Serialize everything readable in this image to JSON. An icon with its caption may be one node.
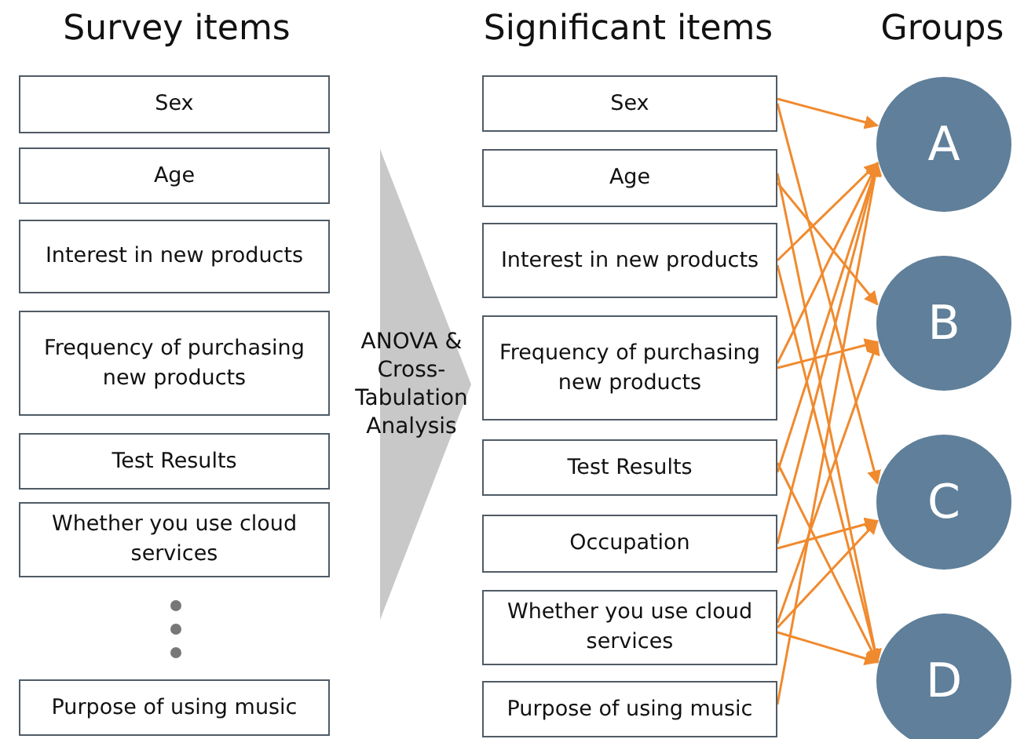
{
  "diagram": {
    "nodes": [
      {
        "text": [
          "Sex"
        ]
      },
      {
        "text": [
          "Age"
        ]
      },
      {
        "text": [
          "Interest in new products"
        ]
      },
      {
        "text": [
          "Frequency of purchasing new products"
        ]
      },
      {
        "text": [
          "Test Results"
        ]
      },
      {
        "text": [
          "Whether you use cloud services"
        ]
      },
      {
        "text": [
          "Purpose of using music"
        ]
      },
      {
        "text": [
          "ANOVA & Cross-Tabulation Analysis"
        ]
      },
      {
        "text": [
          "Sex"
        ]
      },
      {
        "text": [
          "Age"
        ]
      },
      {
        "text": [
          "Interest in new products"
        ]
      },
      {
        "text": [
          "Frequency of purchasing new products"
        ]
      },
      {
        "text": [
          "Test Results"
        ]
      },
      {
        "text": [
          "Occupation"
        ]
      },
      {
        "text": [
          "Whether you use cloud services"
        ]
      },
      {
        "text": [
          "Purpose of using music"
        ]
      },
      {
        "text": [
          "A"
        ]
      },
      {
        "text": [
          "B"
        ]
      },
      {
        "text": [
          "C"
        ]
      },
      {
        "text": [
          "D"
        ]
      }
    ],
    "edges": [
      {
        "from": 8,
        "to": 16,
        "arrow": "to"
      },
      {
        "from": 8,
        "to": 18,
        "arrow": "to"
      },
      {
        "from": 9,
        "to": 17,
        "arrow": "to"
      },
      {
        "from": 9,
        "to": 19,
        "arrow": "to"
      },
      {
        "from": 10,
        "to": 16,
        "arrow": "to"
      },
      {
        "from": 10,
        "to": 19,
        "arrow": "to"
      },
      {
        "from": 11,
        "to": 16,
        "arrow": "to"
      },
      {
        "from": 11,
        "to": 17,
        "arrow": "to"
      },
      {
        "from": 12,
        "to": 16,
        "arrow": "to"
      },
      {
        "from": 12,
        "to": 19,
        "arrow": "to"
      },
      {
        "from": 13,
        "to": 16,
        "arrow": "to"
      },
      {
        "from": 13,
        "to": 18,
        "arrow": "to"
      },
      {
        "from": 14,
        "to": 17,
        "arrow": "to"
      },
      {
        "from": 14,
        "to": 18,
        "arrow": "to"
      },
      {
        "from": 14,
        "to": 19,
        "arrow": "to"
      },
      {
        "from": 15,
        "to": 16,
        "arrow": "to"
      }
    ],
    "labels": [
      "Survey items",
      "Significant items",
      "Groups"
    ]
  }
}
